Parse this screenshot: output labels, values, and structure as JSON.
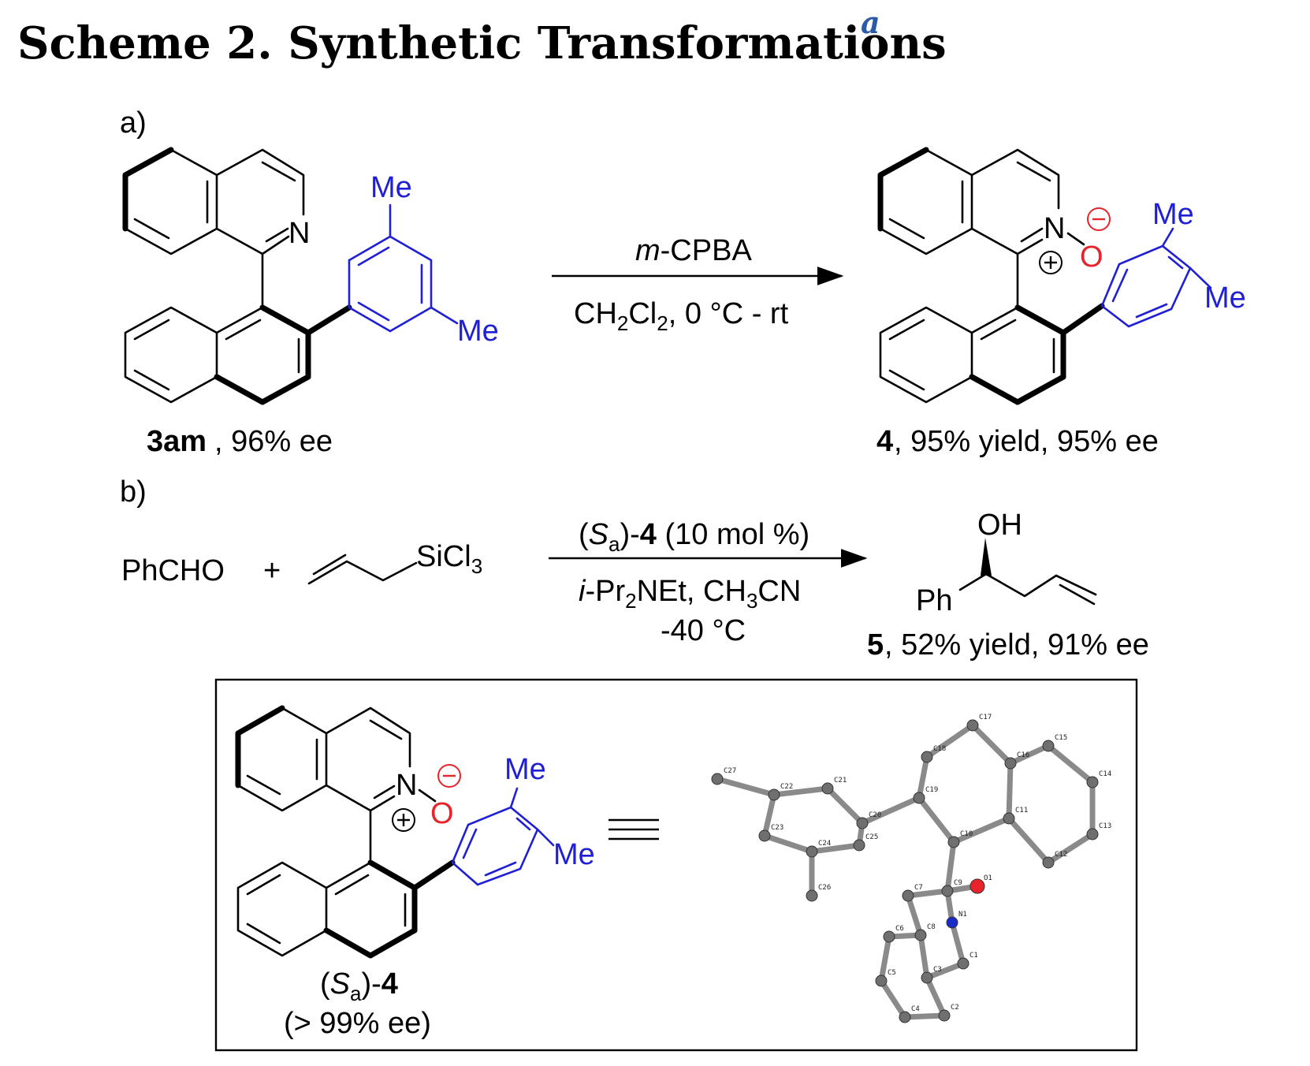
{
  "title": {
    "main": "Scheme 2. Synthetic Transformations",
    "sup": "a"
  },
  "colors": {
    "methyl": "#1f1fd6",
    "oxygen": "#e8232c",
    "nitrogen": "#1a2bc8",
    "bond": "#000000"
  },
  "part_a": {
    "label": "a)",
    "reagent_top_italic": "m",
    "reagent_top_rest": "-CPBA",
    "reagent_bottom": {
      "p1": "CH",
      "s1": "2",
      "p2": "Cl",
      "s2": "2",
      "p3": ", 0 °C - rt"
    },
    "start": {
      "bold": "3am",
      "rest": ", 96% ee"
    },
    "product": {
      "bold": "4",
      "rest": ", 95% yield, 95% ee"
    },
    "atoms": {
      "N": "N",
      "O": "O",
      "Me": "Me",
      "plus": "+",
      "minus": "−"
    }
  },
  "part_b": {
    "label": "b)",
    "reactant1": "PhCHO",
    "plus": "+",
    "silane": {
      "p1": "SiCl",
      "s1": "3"
    },
    "catalyst": {
      "p1": "(",
      "italic": "S",
      "sub": "a",
      "p2": ")-",
      "bold": "4",
      "p3": " (10 mol %)"
    },
    "base": {
      "italic": "i",
      "p1": "-Pr",
      "s1": "2",
      "p2": "NEt, CH",
      "s2": "3",
      "p3": "CN"
    },
    "temp": "-40 °C",
    "OH": "OH",
    "Ph": "Ph",
    "product": {
      "bold": "5",
      "rest": ", 52% yield, 91% ee"
    }
  },
  "box": {
    "catalyst_name": {
      "p1": "(",
      "italic": "S",
      "sub": "a",
      "p2": ")-",
      "bold": "4"
    },
    "ee": "(> 99% ee)",
    "atom_labels": [
      "C27",
      "C22",
      "C21",
      "C23",
      "C24",
      "C20",
      "C25",
      "C26",
      "C19",
      "C18",
      "C17",
      "C16",
      "C15",
      "C14",
      "C13",
      "C12",
      "C11",
      "C10",
      "C9",
      "O1",
      "N1",
      "C7",
      "C8",
      "C6",
      "C5",
      "C3",
      "C1",
      "C4",
      "C2"
    ]
  }
}
